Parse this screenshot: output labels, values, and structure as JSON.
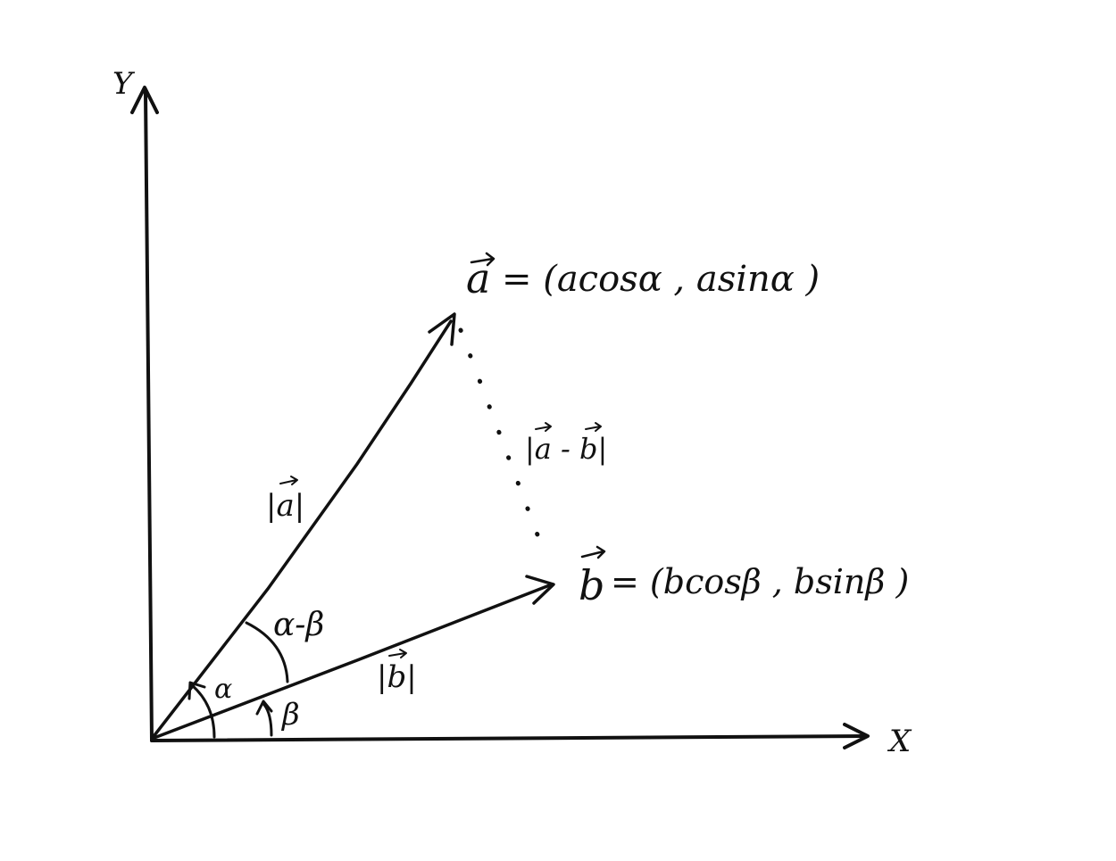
{
  "axes": {
    "y_label": "Y",
    "x_label": "X"
  },
  "vectors": {
    "a": {
      "name": "a",
      "definition": "= (acosα , asinα )",
      "magnitude_label": "|a|"
    },
    "b": {
      "name": "b",
      "definition": "= (bcosβ , bsinβ )",
      "magnitude_label": "|b|"
    },
    "difference": {
      "label": "|a - b|"
    }
  },
  "angles": {
    "alpha": "α",
    "beta": "β",
    "alpha_minus_beta": "α-β"
  },
  "colors": {
    "ink": "#111111",
    "paper": "#ffffff"
  }
}
